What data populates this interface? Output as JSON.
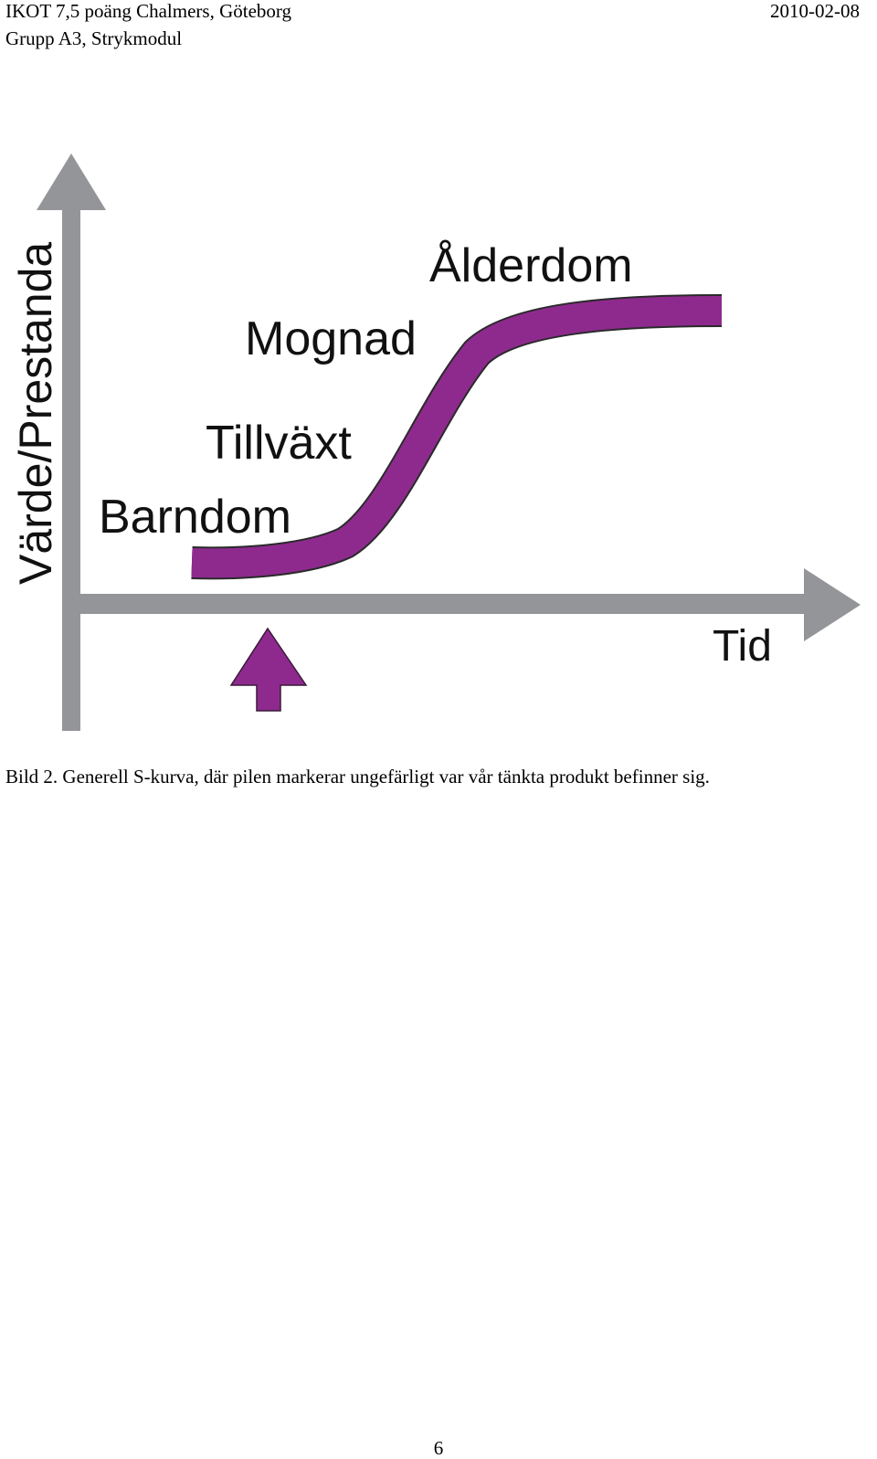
{
  "header": {
    "course": "IKOT 7,5 poäng Chalmers, Göteborg",
    "group": "Grupp A3, Strykmodul",
    "date": "2010-02-08"
  },
  "figure": {
    "y_axis_label": "Värde/Prestanda",
    "x_axis_label": "Tid",
    "stages": [
      "Barndom",
      "Tillväxt",
      "Mognad",
      "Ålderdom"
    ],
    "colors": {
      "curve": "#8E2A8E",
      "axis": "#939598",
      "marker": "#8E2A8E"
    }
  },
  "caption": "Bild 2. Generell S-kurva, där pilen markerar ungefärligt var vår tänkta produkt befinner sig.",
  "page_number": "6"
}
